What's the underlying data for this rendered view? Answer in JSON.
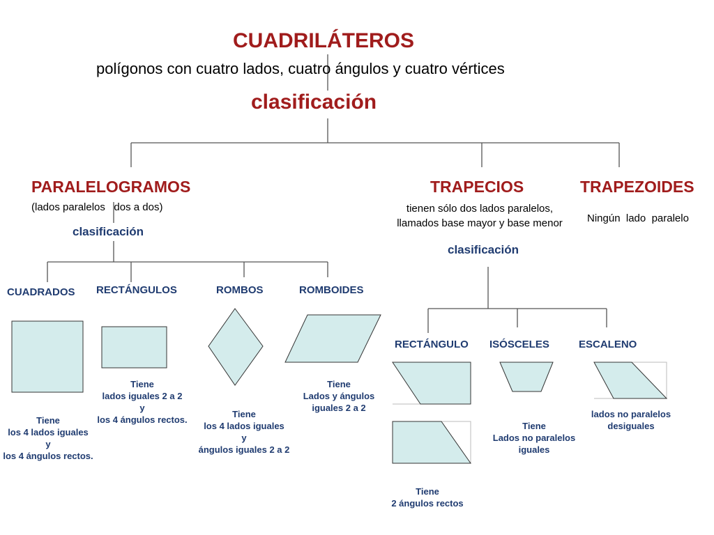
{
  "title": "CUADRILÁTEROS",
  "subtitle": "polígonos con cuatro lados, cuatro ángulos y cuatro vértices",
  "classification_label": "clasificación",
  "colors": {
    "dark_red": "#a01c1c",
    "navy": "#1f3b70",
    "shape_fill": "#d4ecec"
  },
  "categories": {
    "paralelogramos": {
      "name": "PARALELOGRAMOS",
      "note": "(lados paralelos   dos a dos)",
      "classification": "clasificación",
      "types": {
        "cuadrados": {
          "name": "CUADRADOS",
          "desc": [
            "Tiene",
            "los 4 lados iguales",
            "y",
            "los 4 ángulos rectos."
          ]
        },
        "rectangulos": {
          "name": "RECTÁNGULOS",
          "desc": [
            "Tiene",
            "lados iguales 2 a 2",
            "y",
            "los 4 ángulos rectos."
          ]
        },
        "rombos": {
          "name": "ROMBOS",
          "desc": [
            "Tiene",
            "los 4 lados iguales",
            "y",
            "ángulos iguales 2 a 2"
          ]
        },
        "romboides": {
          "name": "ROMBOIDES",
          "desc": [
            "Tiene",
            "Lados y ángulos",
            "iguales 2 a 2"
          ]
        }
      }
    },
    "trapecios": {
      "name": "TRAPECIOS",
      "note": [
        "tienen sólo dos lados paralelos,",
        "llamados base mayor y base menor"
      ],
      "classification": "clasificación",
      "types": {
        "rectangulo": {
          "name": "RECTÁNGULO",
          "desc": [
            "Tiene",
            "2 ángulos rectos"
          ]
        },
        "isosceles": {
          "name": "ISÓSCELES",
          "desc": [
            "Tiene",
            "Lados no paralelos",
            "iguales"
          ]
        },
        "escaleno": {
          "name": "ESCALENO",
          "desc": [
            "lados no paralelos",
            "desiguales"
          ]
        }
      }
    },
    "trapezoides": {
      "name": "TRAPEZOIDES",
      "note": "Ningún  lado  paralelo"
    }
  }
}
